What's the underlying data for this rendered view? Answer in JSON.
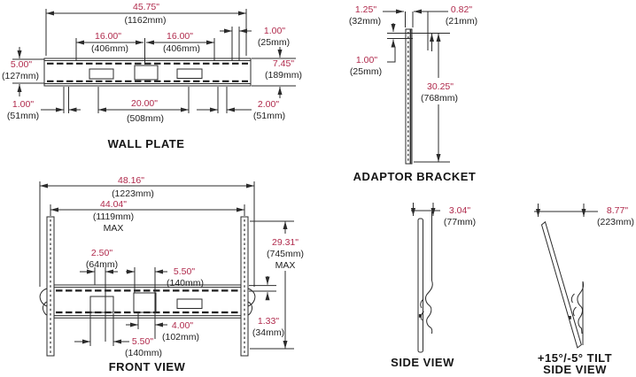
{
  "colors": {
    "accent": "#b02a4c",
    "line": "#2b2b2b",
    "text": "#1f1f1f"
  },
  "wall_plate": {
    "title": "WALL PLATE",
    "overall_width": {
      "in": "45.75\"",
      "mm": "(1162mm)"
    },
    "stud_span_left": {
      "in": "16.00\"",
      "mm": "(406mm)"
    },
    "stud_span_right": {
      "in": "16.00\"",
      "mm": "(406mm)"
    },
    "top_slot_offset": {
      "in": "1.00\"",
      "mm": "(25mm)"
    },
    "slot_height": {
      "in": "5.00\"",
      "mm": "(127mm)"
    },
    "plate_height": {
      "in": "7.45\"",
      "mm": "(189mm)"
    },
    "bottom_offset_left": {
      "in": "1.00\"",
      "mm": "(51mm)"
    },
    "bottom_span": {
      "in": "20.00\"",
      "mm": "(508mm)"
    },
    "bottom_offset_right": {
      "in": "2.00\"",
      "mm": "(51mm)"
    }
  },
  "adaptor_bracket": {
    "title": "ADAPTOR BRACKET",
    "top_width": {
      "in": "1.25\"",
      "mm": "(32mm)"
    },
    "hook_offset": {
      "in": "0.82\"",
      "mm": "(21mm)"
    },
    "top_hole_offset": {
      "in": "1.00\"",
      "mm": "(25mm)"
    },
    "height": {
      "in": "30.25\"",
      "mm": "(768mm)"
    }
  },
  "front_view": {
    "title": "FRONT VIEW",
    "overall_width": {
      "in": "48.16\"",
      "mm": "(1223mm)"
    },
    "max_width": {
      "in": "44.04\"",
      "mm": "(1119mm)",
      "note": "MAX"
    },
    "max_height": {
      "in": "29.31\"",
      "mm": "(745mm)",
      "note": "MAX"
    },
    "hole_offset": {
      "in": "2.50\"",
      "mm": "(64mm)"
    },
    "slot_span_top": {
      "in": "5.50\"",
      "mm": "(140mm)"
    },
    "rail_gap": {
      "in": "1.33\"",
      "mm": "(34mm)"
    },
    "hole_span": {
      "in": "4.00\"",
      "mm": "(102mm)"
    },
    "slot_span_bottom": {
      "in": "5.50\"",
      "mm": "(140mm)"
    }
  },
  "side_view": {
    "title": "SIDE VIEW",
    "depth": {
      "in": "3.04\"",
      "mm": "(77mm)"
    }
  },
  "tilt_side_view": {
    "title_line1": "+15°/-5° TILT",
    "title_line2": "SIDE VIEW",
    "depth": {
      "in": "8.77\"",
      "mm": "(223mm)"
    }
  }
}
